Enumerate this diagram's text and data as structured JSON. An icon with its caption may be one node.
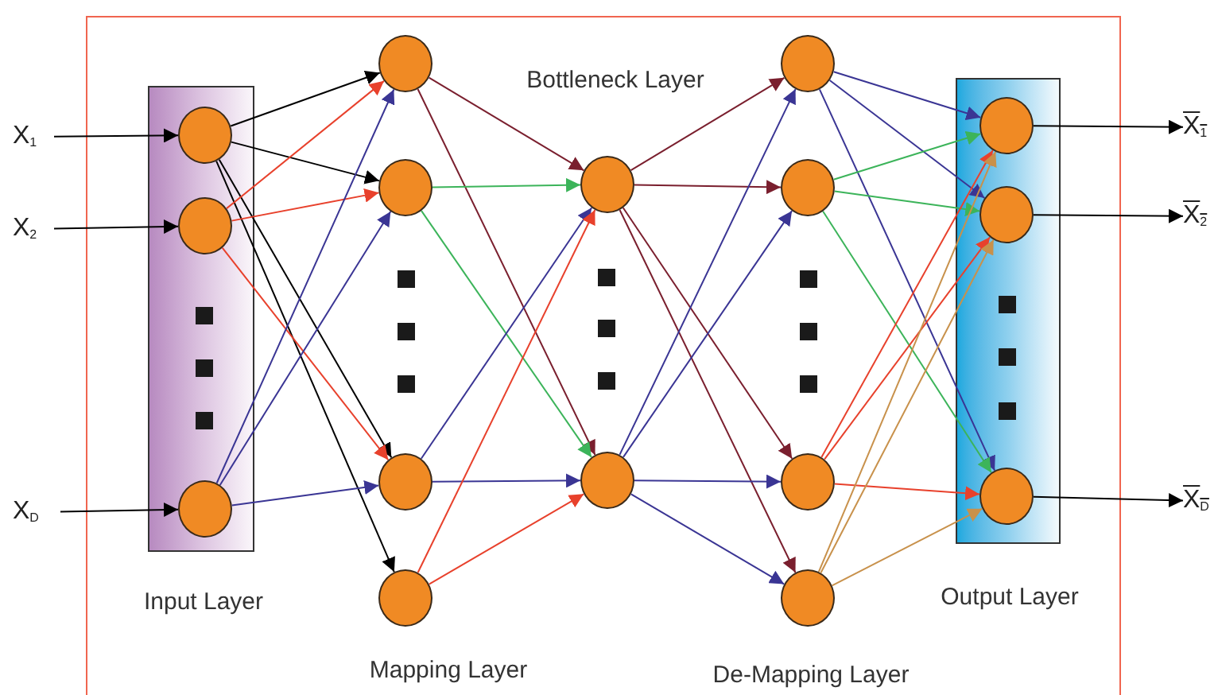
{
  "diagram": {
    "nodes": [
      {
        "text": [
          "X$_{1}$"
        ]
      },
      {
        "text": [
          "X$_{2}$"
        ]
      },
      {
        "text": [
          "X$_{D}$"
        ]
      },
      {
        "text": [
          "Input Layer"
        ]
      },
      {
        "text": [],
        "shape": "circle",
        "in": 3
      },
      {
        "text": [],
        "shape": "circle",
        "in": 3
      },
      {
        "text": [],
        "shape": "circle",
        "in": 3
      },
      {
        "text": [],
        "shape": "circle"
      },
      {
        "text": [],
        "shape": "circle"
      },
      {
        "text": [],
        "shape": "circle"
      },
      {
        "text": [],
        "shape": "circle"
      },
      {
        "text": [],
        "shape": "circle"
      },
      {
        "text": [],
        "shape": "circle"
      },
      {
        "text": [],
        "shape": "circle"
      },
      {
        "text": [],
        "shape": "circle"
      },
      {
        "text": [],
        "shape": "circle"
      },
      {
        "text": [],
        "shape": "circle"
      },
      {
        "text": [
          "Output Layer"
        ]
      },
      {
        "text": [],
        "shape": "circle",
        "in": 17
      },
      {
        "text": [],
        "shape": "circle",
        "in": 17
      },
      {
        "text": [],
        "shape": "circle",
        "in": 17
      },
      {
        "text": [
          "X$_{1}$"
        ]
      },
      {
        "text": [
          "X$_{2}$"
        ]
      },
      {
        "text": [
          "X$_{D}$"
        ]
      }
    ],
    "edges": [
      {
        "from": 0,
        "to": 4,
        "arrow": "to",
        "color": "#000000"
      },
      {
        "from": 1,
        "to": 5,
        "arrow": "to",
        "color": "#000000"
      },
      {
        "from": 2,
        "to": 6,
        "arrow": "to",
        "color": "#000000"
      },
      {
        "from": 4,
        "to": 7,
        "arrow": "to",
        "color": "#000000"
      },
      {
        "from": 4,
        "to": 8,
        "arrow": "to",
        "color": "#000000"
      },
      {
        "from": 4,
        "to": 9,
        "arrow": "to",
        "color": "#000000"
      },
      {
        "from": 4,
        "to": 10,
        "arrow": "to",
        "color": "#000000"
      },
      {
        "from": 5,
        "to": 7,
        "arrow": "to",
        "color": "#e8412c"
      },
      {
        "from": 5,
        "to": 8,
        "arrow": "to",
        "color": "#e8412c"
      },
      {
        "from": 5,
        "to": 9,
        "arrow": "to",
        "color": "#e8412c"
      },
      {
        "from": 6,
        "to": 7,
        "arrow": "to",
        "color": "#3a3594"
      },
      {
        "from": 6,
        "to": 8,
        "arrow": "to",
        "color": "#3a3594"
      },
      {
        "from": 6,
        "to": 9,
        "arrow": "to",
        "color": "#3a3594"
      },
      {
        "from": 7,
        "to": 11,
        "arrow": "to",
        "color": "#7a1f2e"
      },
      {
        "from": 7,
        "to": 12,
        "arrow": "to",
        "color": "#7a1f2e"
      },
      {
        "from": 8,
        "to": 11,
        "arrow": "to",
        "color": "#3cb45a"
      },
      {
        "from": 8,
        "to": 12,
        "arrow": "to",
        "color": "#3cb45a"
      },
      {
        "from": 9,
        "to": 11,
        "arrow": "to",
        "color": "#3a3594"
      },
      {
        "from": 9,
        "to": 12,
        "arrow": "to",
        "color": "#3a3594"
      },
      {
        "from": 10,
        "to": 11,
        "arrow": "to",
        "color": "#e8412c"
      },
      {
        "from": 10,
        "to": 12,
        "arrow": "to",
        "color": "#e8412c"
      },
      {
        "from": 11,
        "to": 13,
        "arrow": "to",
        "color": "#7a1f2e"
      },
      {
        "from": 11,
        "to": 14,
        "arrow": "to",
        "color": "#7a1f2e"
      },
      {
        "from": 11,
        "to": 15,
        "arrow": "to",
        "color": "#7a1f2e"
      },
      {
        "from": 11,
        "to": 16,
        "arrow": "to",
        "color": "#7a1f2e"
      },
      {
        "from": 12,
        "to": 13,
        "arrow": "to",
        "color": "#3a3594"
      },
      {
        "from": 12,
        "to": 14,
        "arrow": "to",
        "color": "#3a3594"
      },
      {
        "from": 12,
        "to": 15,
        "arrow": "to",
        "color": "#3a3594"
      },
      {
        "from": 12,
        "to": 16,
        "arrow": "to",
        "color": "#3a3594"
      },
      {
        "from": 13,
        "to": 18,
        "arrow": "to",
        "color": "#3a3594"
      },
      {
        "from": 13,
        "to": 19,
        "arrow": "to",
        "color": "#3a3594"
      },
      {
        "from": 13,
        "to": 20,
        "arrow": "to",
        "color": "#3a3594"
      },
      {
        "from": 14,
        "to": 18,
        "arrow": "to",
        "color": "#3cb45a"
      },
      {
        "from": 14,
        "to": 19,
        "arrow": "to",
        "color": "#3cb45a"
      },
      {
        "from": 14,
        "to": 20,
        "arrow": "to",
        "color": "#3cb45a"
      },
      {
        "from": 15,
        "to": 18,
        "arrow": "to",
        "color": "#e8412c"
      },
      {
        "from": 15,
        "to": 19,
        "arrow": "to",
        "color": "#e8412c"
      },
      {
        "from": 15,
        "to": 20,
        "arrow": "to",
        "color": "#e8412c"
      },
      {
        "from": 16,
        "to": 18,
        "arrow": "to",
        "color": "#c8914b"
      },
      {
        "from": 16,
        "to": 19,
        "arrow": "to",
        "color": "#c8914b"
      },
      {
        "from": 16,
        "to": 20,
        "arrow": "to",
        "color": "#c8914b"
      },
      {
        "from": 18,
        "to": 21,
        "arrow": "to",
        "color": "#000000"
      },
      {
        "from": 19,
        "to": 22,
        "arrow": "to",
        "color": "#000000"
      },
      {
        "from": 20,
        "to": 23,
        "arrow": "to",
        "color": "#000000"
      }
    ],
    "labels": [
      "Bottleneck Layer",
      "Mapping Layer",
      "De-Mapping Layer"
    ]
  }
}
